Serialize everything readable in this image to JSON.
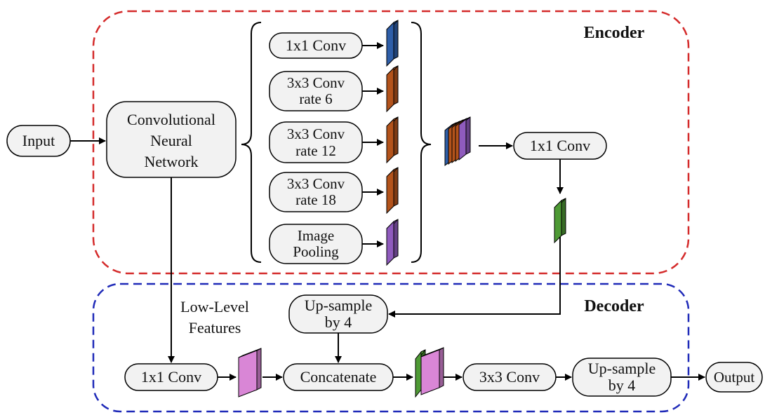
{
  "regions": {
    "encoder": {
      "title": "Encoder",
      "color": "#d42a2a"
    },
    "decoder": {
      "title": "Decoder",
      "color": "#1f2ab8"
    }
  },
  "nodes": {
    "input": {
      "lines": [
        "Input"
      ]
    },
    "cnn": {
      "lines": [
        "Convolutional",
        "Neural",
        "Network"
      ]
    },
    "aspp_conv1": {
      "lines": [
        "1x1 Conv"
      ]
    },
    "aspp_conv6": {
      "lines": [
        "3x3 Conv",
        "rate 6"
      ]
    },
    "aspp_conv12": {
      "lines": [
        "3x3 Conv",
        "rate 12"
      ]
    },
    "aspp_conv18": {
      "lines": [
        "3x3 Conv",
        "rate 18"
      ]
    },
    "aspp_pool": {
      "lines": [
        "Image",
        "Pooling"
      ]
    },
    "enc_conv1": {
      "lines": [
        "1x1 Conv"
      ]
    },
    "dec_up1": {
      "lines": [
        "Up-sample",
        "by 4"
      ]
    },
    "dec_conv1": {
      "lines": [
        "1x1 Conv"
      ]
    },
    "concat": {
      "lines": [
        "Concatenate"
      ]
    },
    "dec_conv3": {
      "lines": [
        "3x3 Conv"
      ]
    },
    "dec_up2": {
      "lines": [
        "Up-sample",
        "by 4"
      ]
    },
    "output": {
      "lines": [
        "Output"
      ]
    }
  },
  "edge_labels": {
    "low_level": [
      "Low-Level",
      "Features"
    ]
  },
  "feature_colors": {
    "blue": "#2e5ea8",
    "orange": "#b3531b",
    "purple": "#8f5bbd",
    "green": "#4e9a35",
    "pink": "#d986d6"
  }
}
